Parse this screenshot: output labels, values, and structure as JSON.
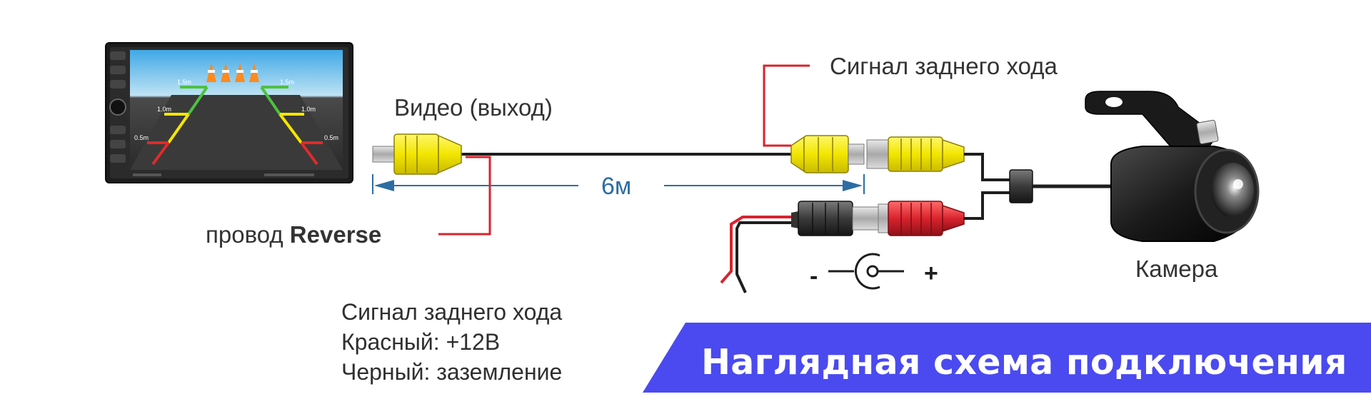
{
  "labels": {
    "video_out": "Видео (выход)",
    "reverse_signal_top": "Сигнал заднего хода",
    "reverse_wire_prefix": "провод ",
    "reverse_wire_bold": "Reverse",
    "length": "6м",
    "camera": "Камера",
    "polarity_minus": "-",
    "polarity_plus": "+"
  },
  "notes": [
    "Сигнал заднего хода",
    "Красный: +12В",
    "Черный: заземление"
  ],
  "banner": {
    "text": "Наглядная схема подключения",
    "color": "#4a4af0"
  },
  "head_unit": {
    "guide_labels": [
      "1.5m",
      "1.5m",
      "1.0m",
      "1.0m",
      "0.5m",
      "0.5m"
    ]
  },
  "colors": {
    "signal_wire": "#d9232d",
    "measure": "#2d6da3",
    "rca_yellow": "#f2e600",
    "rca_red": "#d9232d",
    "rca_black": "#3a3a3a"
  }
}
